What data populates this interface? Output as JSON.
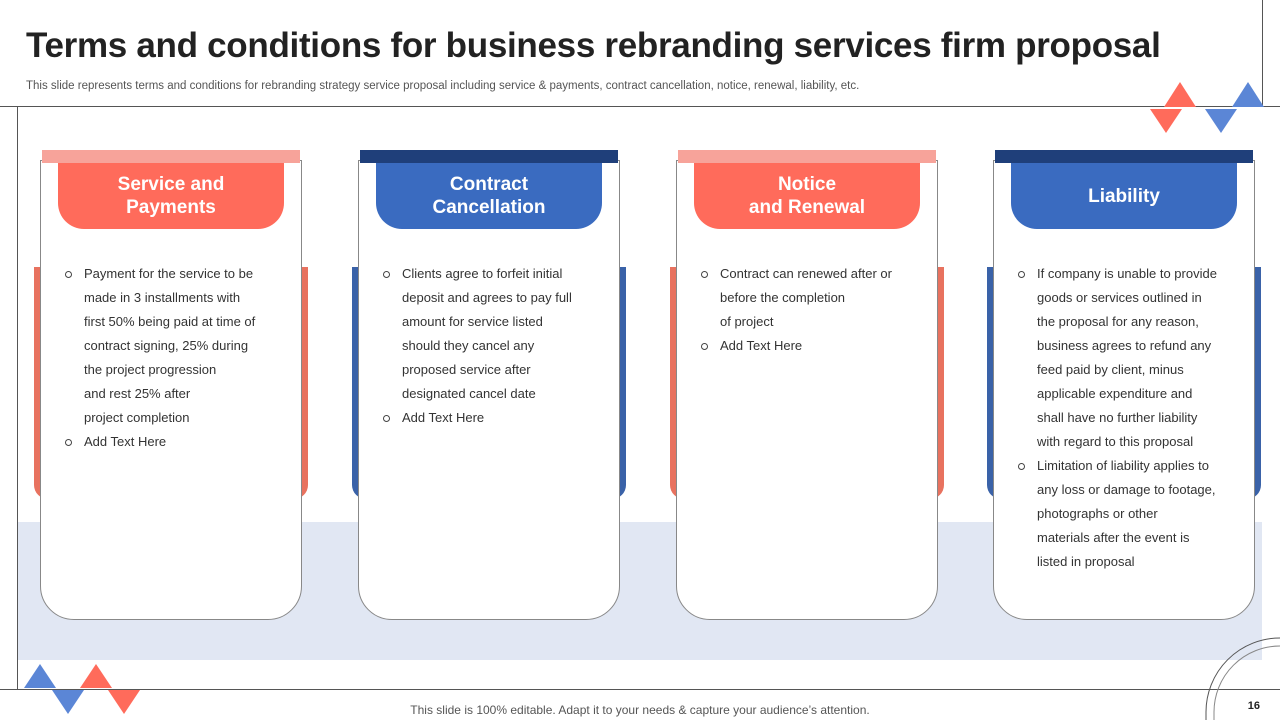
{
  "header": {
    "title": "Terms and conditions for business rebranding services firm proposal",
    "subtitle": "This slide represents terms and conditions for rebranding strategy service proposal including service & payments, contract cancellation, notice, renewal, liability, etc."
  },
  "colors": {
    "coral": "#ff6b5b",
    "coral_light": "#f7a39a",
    "coral_side": "#e8725f",
    "blue": "#3a6bc0",
    "navy": "#1f3f7a",
    "blue_side": "#3a62a8",
    "band": "#e1e7f3",
    "tri_blue": "#5b86d6"
  },
  "cards": [
    {
      "title": "Service and\nPayments",
      "bullets": [
        [
          "Payment for the service to be",
          "made in 3 installments with",
          "first 50% being paid at time of",
          "contract signing, 25% during",
          "the project progression",
          "and rest 25% after",
          "project completion"
        ],
        [
          "Add Text Here"
        ]
      ]
    },
    {
      "title": "Contract\nCancellation",
      "bullets": [
        [
          "Clients agree to forfeit initial",
          "deposit and agrees to pay full",
          "amount for service listed",
          "should they cancel any",
          "proposed service after",
          "designated cancel date"
        ],
        [
          "Add Text Here"
        ]
      ]
    },
    {
      "title": "Notice\nand Renewal",
      "bullets": [
        [
          "Contract can renewed after or",
          "before the completion",
          "of project"
        ],
        [
          "Add Text Here"
        ]
      ]
    },
    {
      "title": "Liability",
      "bullets": [
        [
          "If company is unable to provide",
          "goods or services outlined in",
          "the proposal for any reason,",
          "business agrees to refund any",
          "feed paid by client, minus",
          "applicable expenditure and",
          "shall have no further liability",
          "with regard to this proposal"
        ],
        [
          "Limitation of liability applies to",
          "any loss or damage to footage,",
          "photographs or other",
          "materials after the event is",
          "listed in proposal"
        ]
      ]
    }
  ],
  "footer": {
    "text": "This slide is 100% editable. Adapt it to your needs & capture your audience’s attention.",
    "page_number": "16"
  }
}
